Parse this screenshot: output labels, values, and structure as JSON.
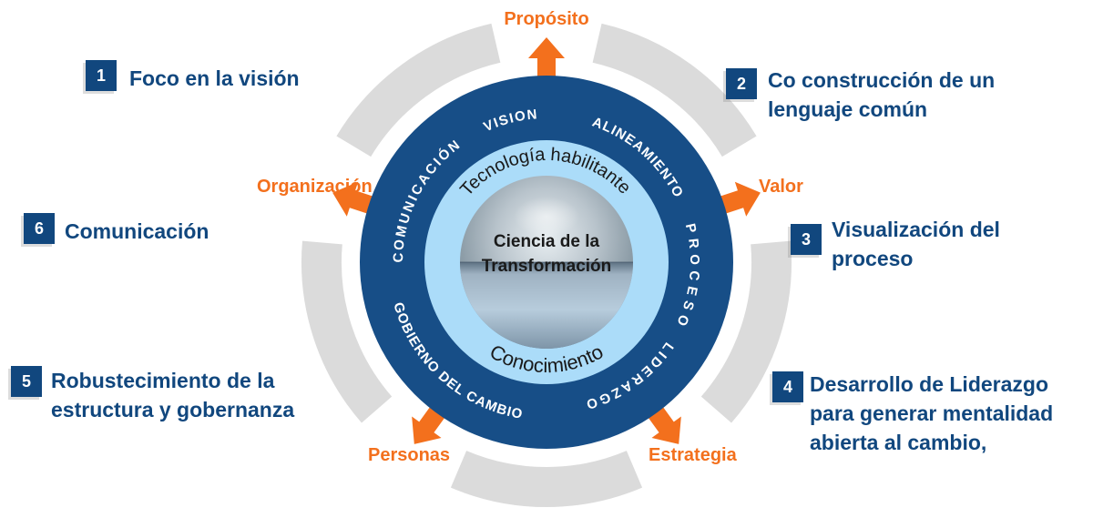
{
  "palette": {
    "ring_blue": "#174E87",
    "light_ring_blue": "#ABDCF9",
    "accent_orange": "#F3701D",
    "badge_blue": "#11477E",
    "text_blue": "#11477E",
    "arc_gray": "#DBDBDB",
    "ring_text_white": "#FFFFFF",
    "center_text_black": "#1A1A1A"
  },
  "wheel": {
    "center": {
      "line1": "Ciencia de la",
      "line2": "Transformación"
    },
    "inner_ring": {
      "top": "Tecnología habilitante",
      "bottom": "Conocimiento"
    },
    "outer_ring": {
      "vision": "VISION",
      "alineamiento": "ALINEAMIENTO",
      "proceso": "PROCESO",
      "liderazgo": "LIDERAZGO",
      "gobierno_del_cambio": "GOBIERNO DEL CAMBIO",
      "comunicacion": "COMUNICACIÓN"
    },
    "spokes": {
      "top": "Propósito",
      "upper_right": "Valor",
      "lower_right": "Estrategia",
      "lower_left": "Personas",
      "upper_left": "Organización"
    }
  },
  "items": [
    {
      "number": "1",
      "lines": [
        "Foco en la visión"
      ]
    },
    {
      "number": "2",
      "lines": [
        "Co construcción de un",
        "lenguaje común"
      ]
    },
    {
      "number": "3",
      "lines": [
        "Visualización del",
        "proceso"
      ]
    },
    {
      "number": "4",
      "lines": [
        "Desarrollo de Liderazgo",
        "para generar mentalidad",
        "abierta al cambio,"
      ]
    },
    {
      "number": "5",
      "lines": [
        "Robustecimiento de la",
        "estructura y gobernanza"
      ]
    },
    {
      "number": "6",
      "lines": [
        "Comunicación"
      ]
    }
  ]
}
